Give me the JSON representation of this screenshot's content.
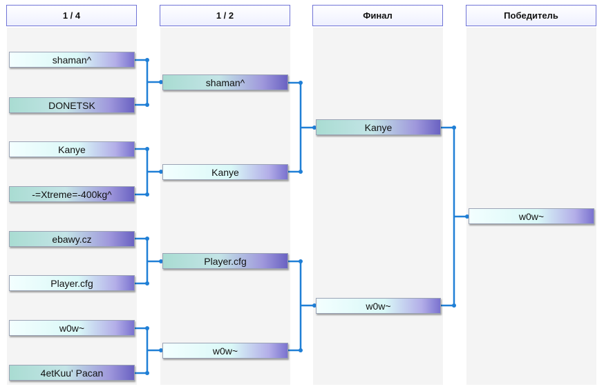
{
  "rounds": [
    {
      "label": "1 / 4"
    },
    {
      "label": "1 / 2"
    },
    {
      "label": "Финал"
    },
    {
      "label": "Победитель"
    }
  ],
  "round1": [
    {
      "name": "shaman^",
      "winner": true
    },
    {
      "name": "DONETSK",
      "winner": false
    },
    {
      "name": "Kanye",
      "winner": true
    },
    {
      "name": "-=Xtreme=-400kg^",
      "winner": false
    },
    {
      "name": "ebawy.cz",
      "winner": false
    },
    {
      "name": "Player.cfg",
      "winner": true
    },
    {
      "name": "w0w~",
      "winner": true
    },
    {
      "name": "4etKuu' Pacan",
      "winner": false
    }
  ],
  "round2": [
    {
      "name": "shaman^",
      "winner": false
    },
    {
      "name": "Kanye",
      "winner": true
    },
    {
      "name": "Player.cfg",
      "winner": false
    },
    {
      "name": "w0w~",
      "winner": true
    }
  ],
  "final": [
    {
      "name": "Kanye",
      "winner": false
    },
    {
      "name": "w0w~",
      "winner": true
    }
  ],
  "champion": {
    "name": "w0w~"
  },
  "colors": {
    "connector": "#1f7fd6",
    "header_border": "#6f73d6",
    "column_bg": "#f4f4f4"
  }
}
